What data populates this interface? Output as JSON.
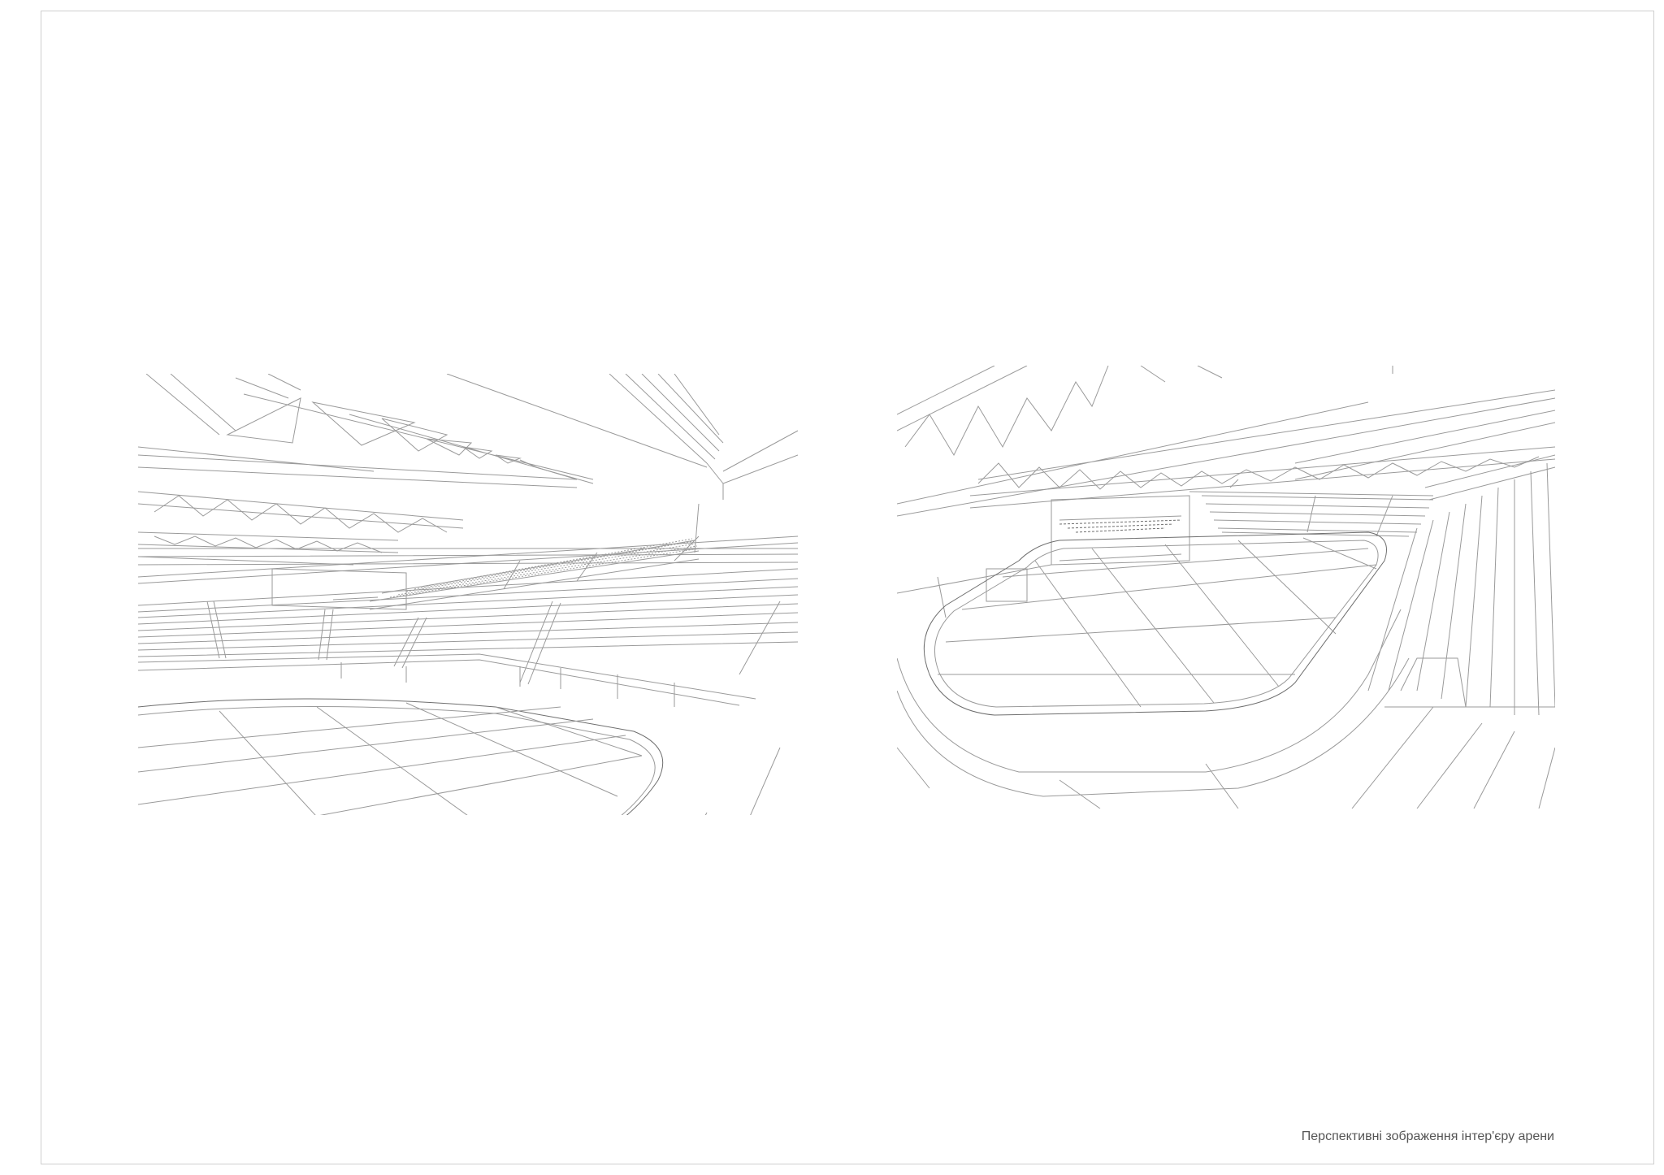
{
  "sheet": {
    "caption": "Перспективні зображення інтер'єру арени",
    "views": [
      {
        "name": "interior-perspective-1"
      },
      {
        "name": "interior-perspective-2"
      }
    ]
  }
}
